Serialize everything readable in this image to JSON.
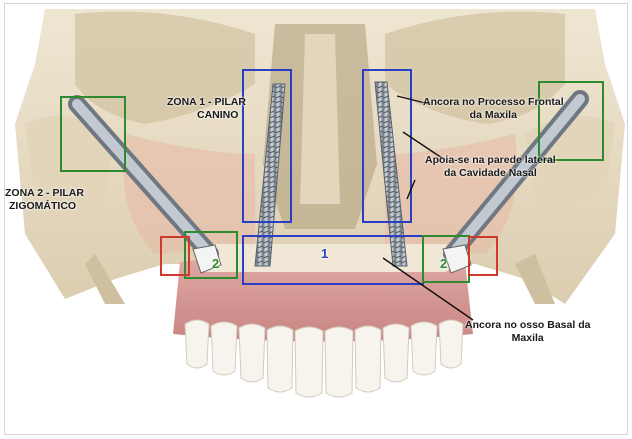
{
  "labels": {
    "zona1": [
      "ZONA 1 - PILAR",
      "CANINO"
    ],
    "zona2": [
      "ZONA 2 - PILAR",
      "ZIGOMÁTICO"
    ],
    "ancora_frontal": [
      "Ancora no Processo Frontal",
      "da Maxila"
    ],
    "apoia": [
      "Apoia-se na parede lateral",
      "da Cavidade Nasal"
    ],
    "ancora_basal": [
      "Ancora no osso Basal  da",
      "Maxila"
    ]
  },
  "zone_numbers": {
    "basal_box": "1",
    "left_zygomatic": "2",
    "right_zygomatic": "2"
  },
  "colors": {
    "zona1_box": "#2b3fc4",
    "zona2_box": "#2e8a2e",
    "red_box": "#d03a2a",
    "bone": "#e8dcc4",
    "gum": "#d99a98",
    "teeth": "#f7f4ee",
    "implant": "#9aa3ad"
  }
}
